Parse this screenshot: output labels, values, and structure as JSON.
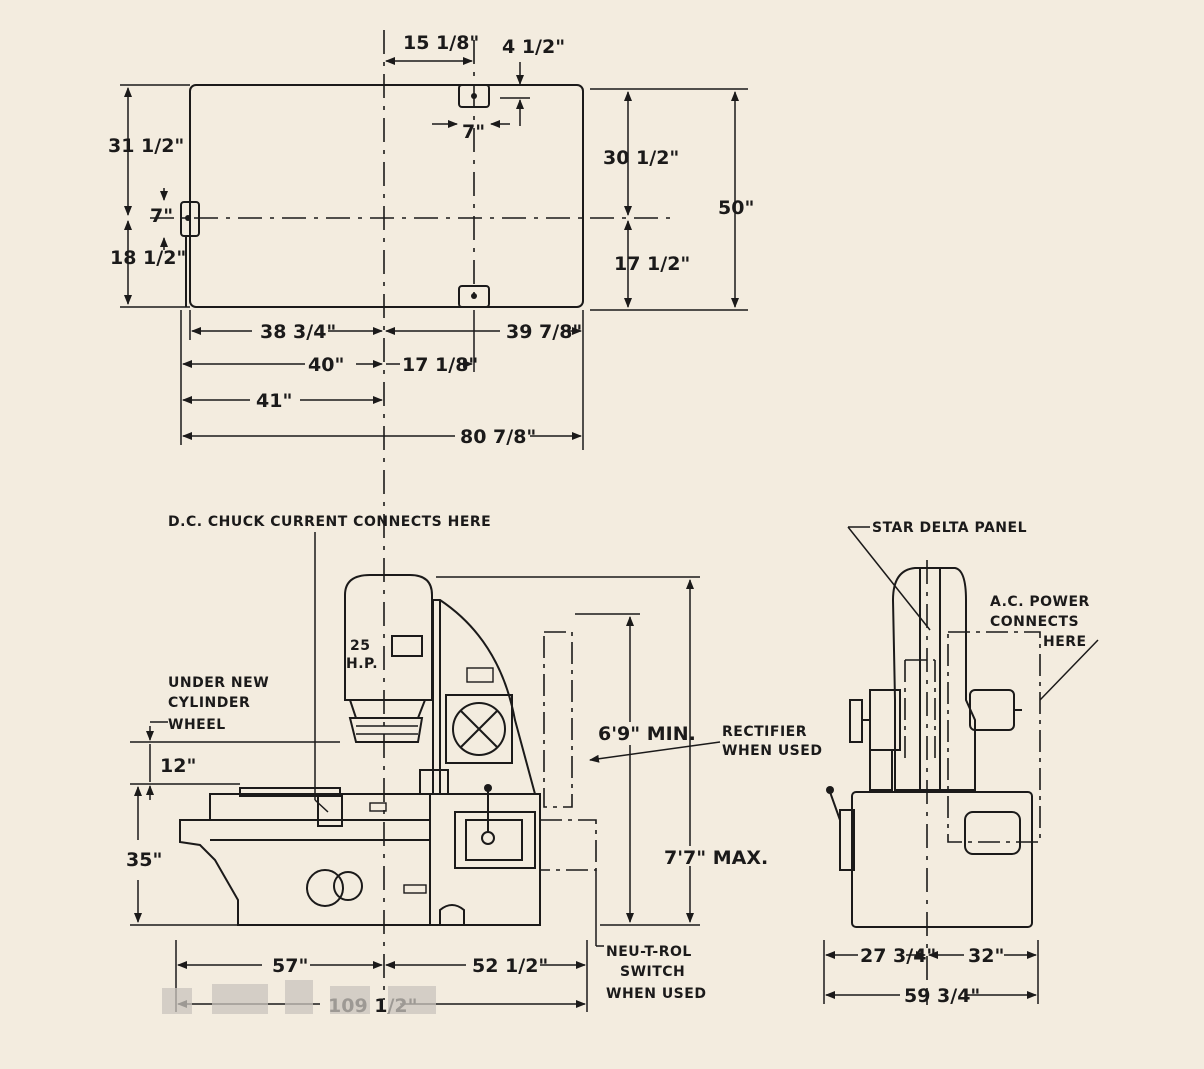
{
  "plan_view": {
    "dims": {
      "d_15_1_8": "15 1/8\"",
      "d_4_1_2": "4 1/2\"",
      "d_7_top": "7\"",
      "d_31_1_2": "31 1/2\"",
      "d_7_left": "7\"",
      "d_18_1_2": "18 1/2\"",
      "d_30_1_2": "30 1/2\"",
      "d_17_1_2": "17 1/2\"",
      "d_50": "50\"",
      "d_38_3_4": "38 3/4\"",
      "d_39_7_8": "39 7/8\"",
      "d_40": "40\"",
      "d_17_1_8": "17 1/8\"",
      "d_41": "41\"",
      "d_80_7_8": "80 7/8\""
    }
  },
  "front_view": {
    "labels": {
      "dc_chuck": "D.C. CHUCK CURRENT CONNECTS HERE",
      "under_new_1": "UNDER NEW",
      "under_new_2": "CYLINDER",
      "under_new_3": "WHEEL",
      "motor_hp_1": "25",
      "motor_hp_2": "H.P.",
      "rectifier_1": "RECTIFIER",
      "rectifier_2": "WHEN USED",
      "neutrol_1": "NEU-T-ROL",
      "neutrol_2": "SWITCH",
      "neutrol_3": "WHEN USED"
    },
    "dims": {
      "d_12": "12\"",
      "d_35": "35\"",
      "d_6_9_min": "6'9\" MIN.",
      "d_7_7_max": "7'7\" MAX.",
      "d_57": "57\"",
      "d_52_1_2": "52 1/2\"",
      "d_109_1_2": "109 1/2\""
    }
  },
  "side_view": {
    "labels": {
      "star_delta": "STAR DELTA PANEL",
      "ac_power_1": "A.C. POWER",
      "ac_power_2": "CONNECTS",
      "ac_power_3": "HERE"
    },
    "dims": {
      "d_27_3_4": "27 3/4\"",
      "d_32": "32\"",
      "d_59_3_4": "59 3/4\""
    }
  },
  "colors": {
    "paper": "#f3ecdf",
    "ink": "#1b1a1a"
  }
}
